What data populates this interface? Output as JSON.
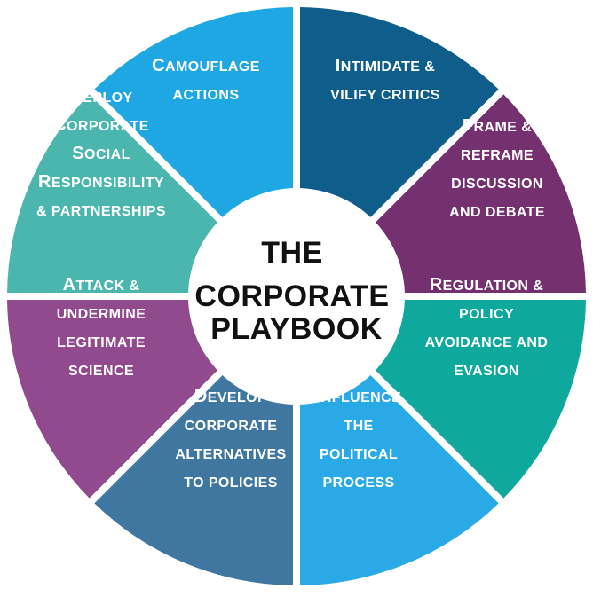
{
  "center": {
    "lines": [
      "THE",
      "CORPORATE",
      "PLAYBOOK"
    ]
  },
  "segments": [
    {
      "id": "camouflage",
      "color": "#1ea7e3",
      "lines": [
        "Camouflage",
        "actions"
      ]
    },
    {
      "id": "intimidate",
      "color": "#0e5d8a",
      "lines": [
        "Intimidate &",
        "vilify critics"
      ]
    },
    {
      "id": "frame",
      "color": "#74306f",
      "lines": [
        "Frame &",
        "reframe",
        "discussion",
        "and debate"
      ]
    },
    {
      "id": "regulation",
      "color": "#0ea89d",
      "lines": [
        "Regulation &",
        "policy",
        "avoidance and",
        "evasion"
      ]
    },
    {
      "id": "influence",
      "color": "#2aa9e7",
      "lines": [
        "Influence",
        "the",
        "political",
        "process"
      ]
    },
    {
      "id": "develop",
      "color": "#3f77a0",
      "lines": [
        "Develop",
        "corporate",
        "alternatives",
        "to policies"
      ]
    },
    {
      "id": "attack",
      "color": "#914a8d",
      "lines": [
        "Attack &",
        "undermine",
        "legitimate",
        "science"
      ]
    },
    {
      "id": "deploy",
      "color": "#4bb6ad",
      "lines": [
        "Deploy",
        "Corporate",
        "Social",
        "Responsibility",
        "& partnerships"
      ]
    }
  ]
}
